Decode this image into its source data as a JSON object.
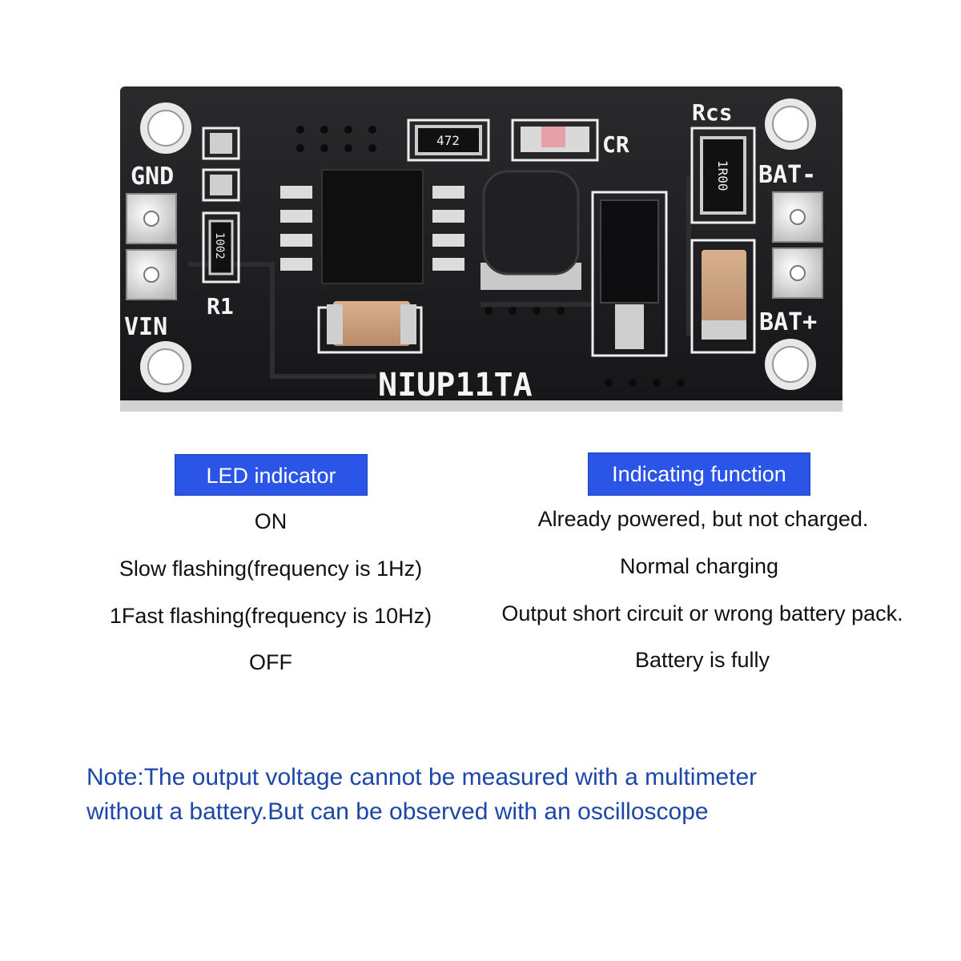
{
  "board": {
    "model_label": "NIUP11TA",
    "pin_gnd": "GND",
    "pin_vin": "VIN",
    "pin_bat_minus": "BAT-",
    "pin_bat_plus": "BAT+",
    "label_r1": "R1",
    "label_rcs": "Rcs",
    "label_cr": "CR",
    "resistor_code_472": "472",
    "resistor_code_1r00": "1R00",
    "resistor_code_1002": "1002"
  },
  "table": {
    "header_led": "LED indicator",
    "header_function": "Indicating function",
    "rows": [
      {
        "led": "ON",
        "function": "Already powered, but not charged."
      },
      {
        "led": "Slow flashing(frequency is 1Hz)",
        "function": "Normal charging"
      },
      {
        "led": "1Fast flashing(frequency is 10Hz)",
        "function": "Output short circuit or wrong battery pack."
      },
      {
        "led": "OFF",
        "function": "Battery is fully"
      }
    ]
  },
  "note": {
    "line1": "Note:The output voltage cannot be measured with a multimeter",
    "line2": "without a battery.But can be observed with an oscilloscope"
  },
  "colors": {
    "header_bg": "#2a55e6",
    "note_text": "#1c47a8",
    "pcb": "#1b1b1d"
  }
}
